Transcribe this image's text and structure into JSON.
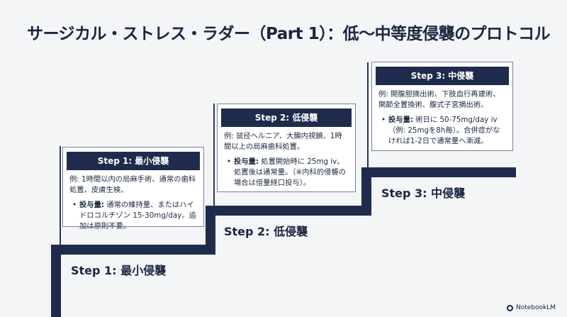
{
  "title": "サージカル・ストレス・ラダー（Part 1）：低〜中等度侵襲のプロトコル",
  "steps": [
    {
      "header": "Step 1: 最小侵襲",
      "example": "例: 1時間以内の局麻手術、通常の歯科処置、皮膚生検。",
      "dose_label": "投与量:",
      "dose_text": " 通常の維持量、またはハイドロコルチゾン 15-30mg/day。追加は原則不要。",
      "stair_label": "Step 1: 最小侵襲"
    },
    {
      "header": "Step 2: 低侵襲",
      "example": "例: 鼠径ヘルニア、大腸内視鏡、1時間以上の局麻歯科処置。",
      "dose_label": "投与量:",
      "dose_text": " 処置開始時に 25mg iv。処置後は通常量。（※内科的侵襲の場合は倍量経口投与）。",
      "stair_label": "Step 2: 低侵襲"
    },
    {
      "header": "Step 3: 中侵襲",
      "example": "例: 開腹胆摘出術、下肢血行再建術、関節全置換術、腹式子宮摘出術。",
      "dose_label": "投与量:",
      "dose_text": " 術日に 50-75mg/day iv（例: 25mgを8h毎）。合併症がなければ1-2日で通常量へ漸減。",
      "stair_label": "Step 3: 中侵襲"
    }
  ],
  "brand": "NotebookLM",
  "colors": {
    "navy": "#1f2b4d",
    "background": "#f4f5f7"
  }
}
